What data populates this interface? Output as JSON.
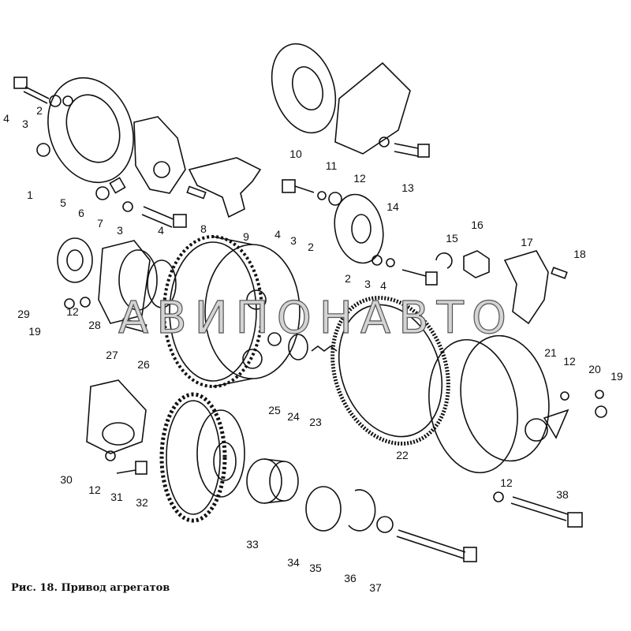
{
  "figure": {
    "caption": "Рис. 18. Привод агрегатов",
    "watermark": "АВИПОНАВТО",
    "callouts": [
      "4",
      "3",
      "2",
      "1",
      "5",
      "6",
      "7",
      "3",
      "4",
      "8",
      "9",
      "10",
      "11",
      "12",
      "13",
      "4",
      "3",
      "2",
      "14",
      "15",
      "16",
      "17",
      "18",
      "2",
      "3",
      "4",
      "29",
      "19",
      "12",
      "28",
      "27",
      "26",
      "25",
      "24",
      "23",
      "22",
      "21",
      "12",
      "20",
      "19",
      "30",
      "12",
      "31",
      "32",
      "33",
      "34",
      "35",
      "36",
      "37",
      "12",
      "38"
    ]
  }
}
